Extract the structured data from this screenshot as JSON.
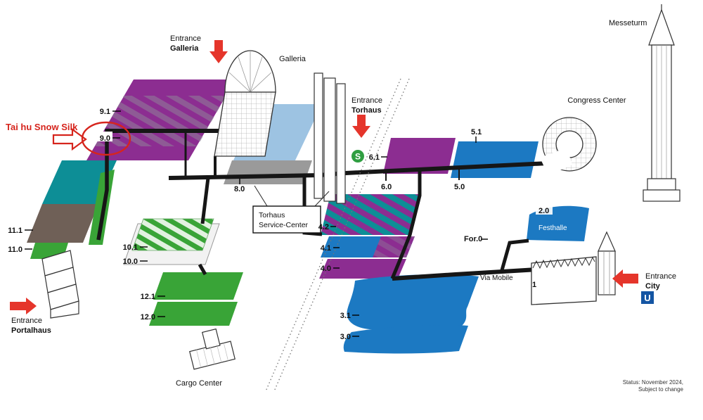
{
  "annotation": {
    "exhibitor_label": "Tai hu Snow Silk",
    "highlighted_hall": "9.0"
  },
  "entrances": {
    "galleria": {
      "prefix": "Entrance",
      "name": "Galleria"
    },
    "torhaus": {
      "prefix": "Entrance",
      "name": "Torhaus"
    },
    "city": {
      "prefix": "Entrance",
      "name": "City"
    },
    "portalhaus": {
      "prefix": "Entrance",
      "name": "Portalhaus"
    }
  },
  "buildings": {
    "galleria": "Galleria",
    "congress_center": "Congress Center",
    "messeturm": "Messeturm",
    "cargo_center": "Cargo Center",
    "festhalle": "Festhalle",
    "via_mobile": "Via Mobile",
    "torhaus_service_center": {
      "line1": "Torhaus",
      "line2": "Service-Center"
    }
  },
  "halls": {
    "h9_1": "9.1",
    "h9_0": "9.0",
    "h11_1": "11.1",
    "h11_0": "11.0",
    "h10_1": "10.1",
    "h10_0": "10.0",
    "h12_1": "12.1",
    "h12_0": "12.0",
    "h8_0": "8.0",
    "h6_1": "6.1",
    "h6_0": "6.0",
    "h5_1": "5.1",
    "h5_0": "5.0",
    "h4_2": "4.2",
    "h4_1": "4.1",
    "h4_0": "4.0",
    "h3_1": "3.1",
    "h3_0": "3.0",
    "h2_0": "2.0",
    "h1": "1",
    "for_0": "For.0"
  },
  "transit": {
    "s_bahn": "S",
    "u_bahn": "U"
  },
  "status_note": {
    "line1": "Status: November 2024,",
    "line2": "Subject to change"
  },
  "colors": {
    "hall_purple": "#8c2d91",
    "hall_teal": "#0d8e96",
    "hall_green": "#39a437",
    "hall_blue": "#1c79c2",
    "hall_light_blue": "#9dc3e2",
    "hall_gray": "#9a9a9a",
    "hall_brown_gray": "#6f6057",
    "walkway_black": "#161616",
    "entrance_arrow_red": "#e5352b",
    "annotation_red": "#d6251d",
    "s_bahn_green": "#2f9e41",
    "u_bahn_blue": "#1455a3"
  }
}
